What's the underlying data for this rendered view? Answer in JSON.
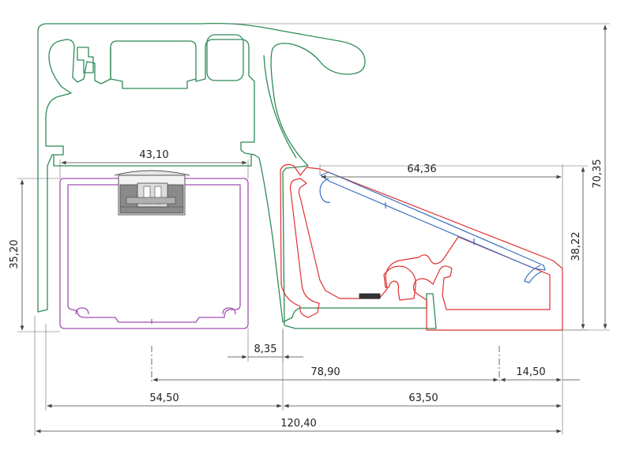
{
  "colors": {
    "frame": "#2e8b57",
    "housing": "#a050b0",
    "cover": "#e03030",
    "diffuser": "#3a70c0",
    "dimension": "#444444"
  },
  "dimensions": {
    "housing_width": "43,10",
    "housing_height": "35,20",
    "cover_width": "64,36",
    "cover_height": "38,22",
    "total_height": "70,35",
    "gap": "8,35",
    "center_span": "78,90",
    "right_offset": "14,50",
    "left_span": "54,50",
    "right_span": "63,50",
    "total_width": "120,40"
  }
}
